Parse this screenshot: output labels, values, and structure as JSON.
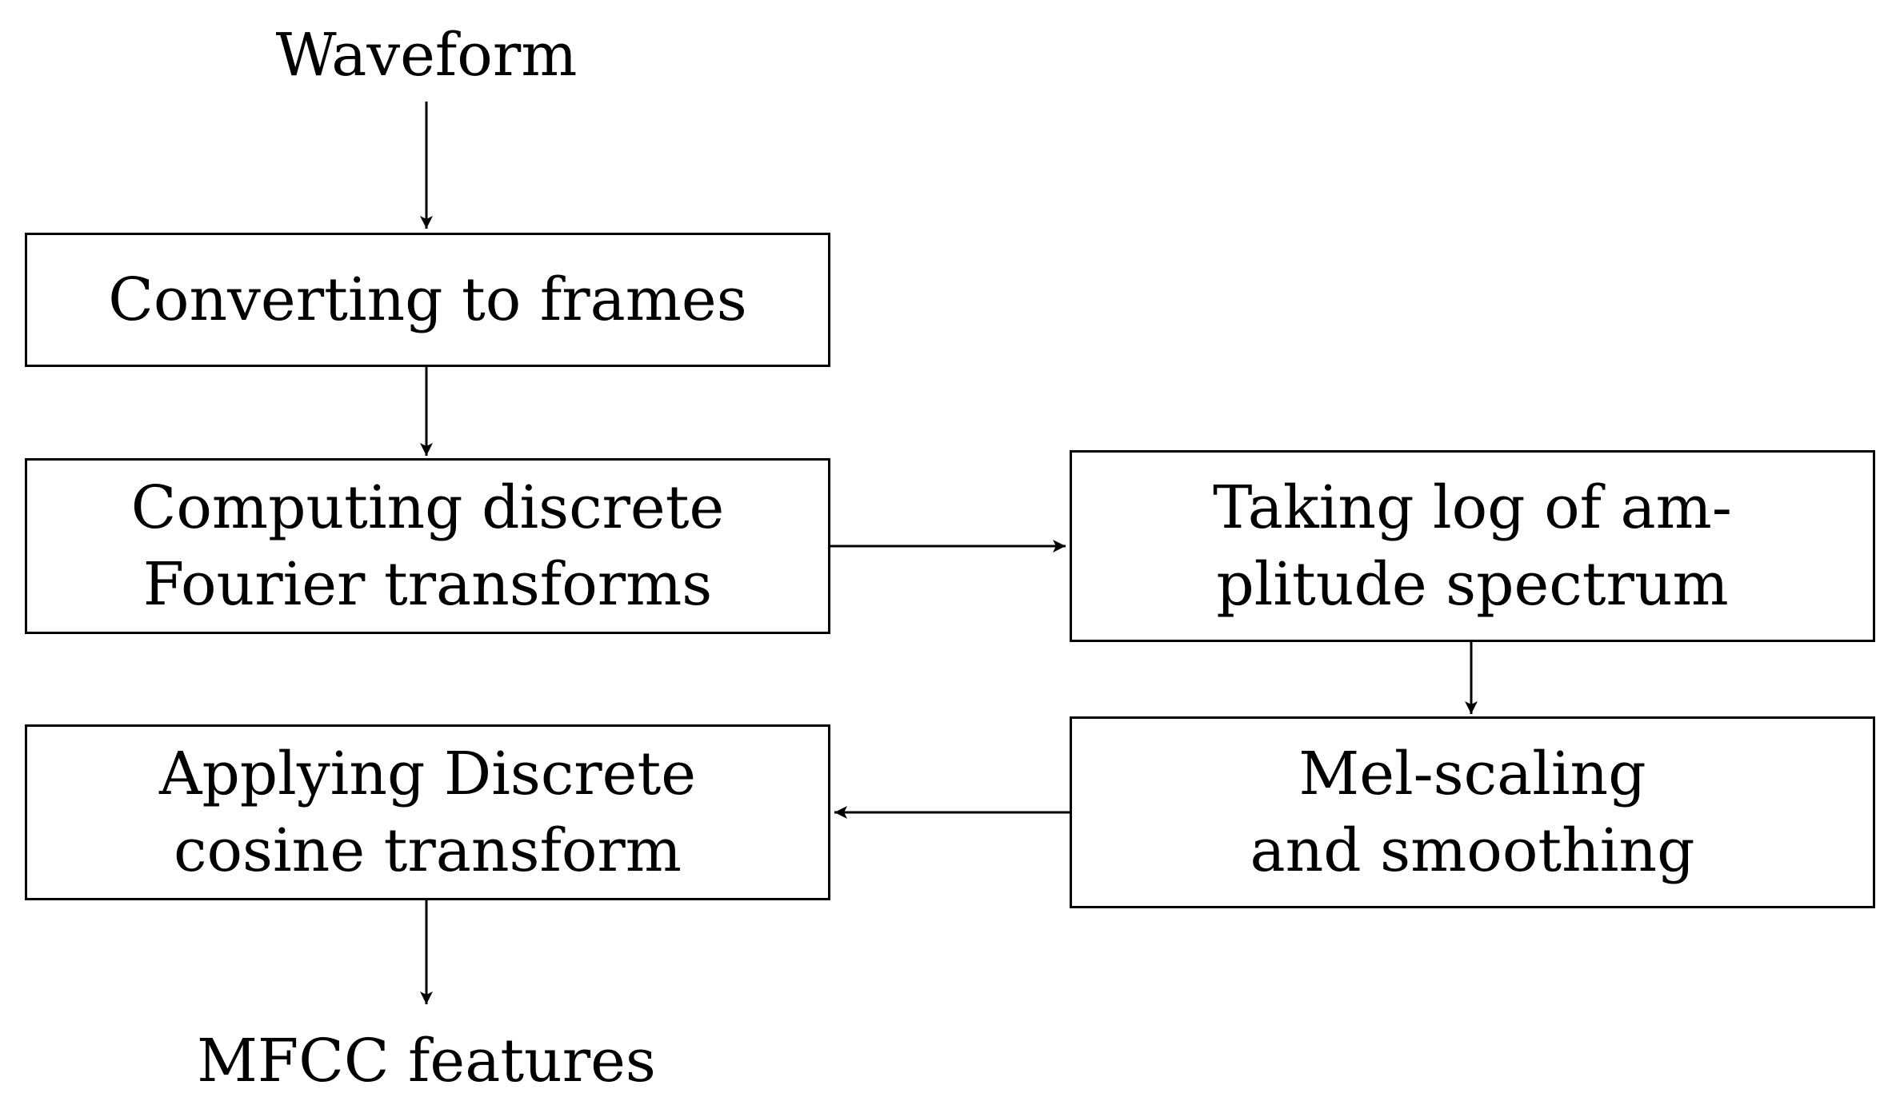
{
  "diagram": {
    "input_label": "Waveform",
    "output_label": "MFCC features",
    "steps": [
      {
        "id": "frames",
        "lines": [
          "Converting to frames"
        ]
      },
      {
        "id": "dft",
        "lines": [
          "Computing discrete",
          "Fourier transforms"
        ]
      },
      {
        "id": "log",
        "lines": [
          "Taking log of am-",
          "plitude spectrum"
        ]
      },
      {
        "id": "mel",
        "lines": [
          "Mel-scaling",
          "and smoothing"
        ]
      },
      {
        "id": "dct",
        "lines": [
          "Applying Discrete",
          "cosine transform"
        ]
      }
    ]
  }
}
